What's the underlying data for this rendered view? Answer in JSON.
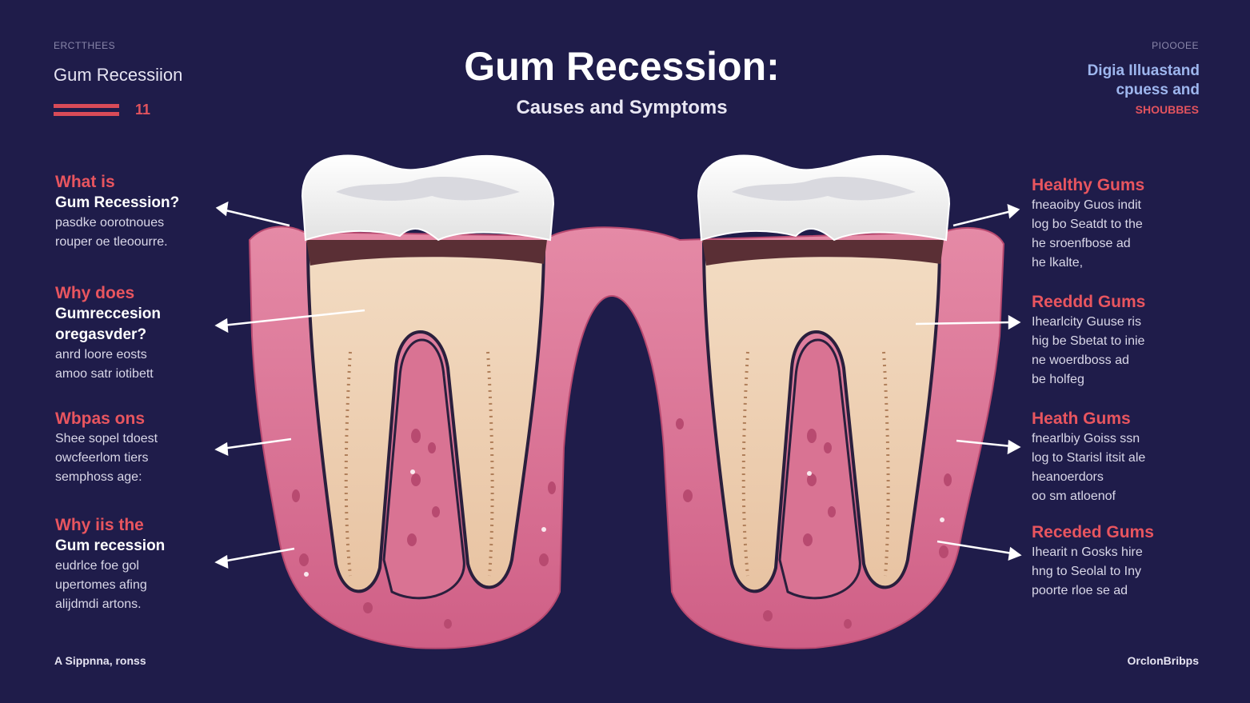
{
  "header": {
    "left_small": "ERCTTHEES",
    "left_title": "Gum Recessiion",
    "left_number": "11",
    "title": "Gum Recession:",
    "subtitle": "Causes and Symptoms",
    "right_small": "PIOOOEE",
    "right_line1": "Digia Illuastand",
    "right_line2": "cpuess and",
    "right_red": "SHOUBBES"
  },
  "left_labels": [
    {
      "heading_red": "What is",
      "heading_white": "Gum Recession?",
      "body": [
        "pasdke oorotnoues",
        "rouper oe tleoourre."
      ]
    },
    {
      "heading_red": "Why does",
      "heading_white": "Gumreccesion oregasvder?",
      "body": [
        "anrd loore eosts",
        "amoo satr iotibett"
      ]
    },
    {
      "heading_red": "Wbpas ons",
      "heading_white": "",
      "body": [
        "Shee sopel tdoest",
        "owcfeerlom tiers",
        "semphoss age:"
      ]
    },
    {
      "heading_red": "Why iis the",
      "heading_white": "Gum recession",
      "body": [
        "eudrlce foe gol",
        "upertomes afing",
        "alijdmdi artons."
      ]
    }
  ],
  "right_labels": [
    {
      "heading_red": "Healthy Gums",
      "body": [
        "fneaoiby Guos indit",
        "log bo Seatdt to the",
        "he sroenfbose ad",
        "he lkalte,"
      ]
    },
    {
      "heading_red": "Reeddd Gums",
      "body": [
        "Ihearlcity Guuse ris",
        "hig be Sbetat to inie",
        "ne woerdboss ad",
        "be holfeg"
      ]
    },
    {
      "heading_red": "Heath Gums",
      "body": [
        "fnearlbiy Goiss ssn",
        "log to Starisl itsit ale",
        "heanoerdors",
        "oo sm atloenof"
      ]
    },
    {
      "heading_red": "Receded Gums",
      "body": [
        "Ihearit n Gosks hire",
        "hng to Seolal to Iny",
        "poorte rloe se ad"
      ]
    }
  ],
  "footer": {
    "left": "A Sippnna, ronss",
    "right": "OrclonBribps"
  },
  "colors": {
    "background": "#1f1c4a",
    "gum_pink": "#d97393",
    "gum_dark": "#c75479",
    "root_beige": "#eed3b8",
    "crown_white": "#f4f4f4",
    "accent_red": "#e8555f"
  }
}
